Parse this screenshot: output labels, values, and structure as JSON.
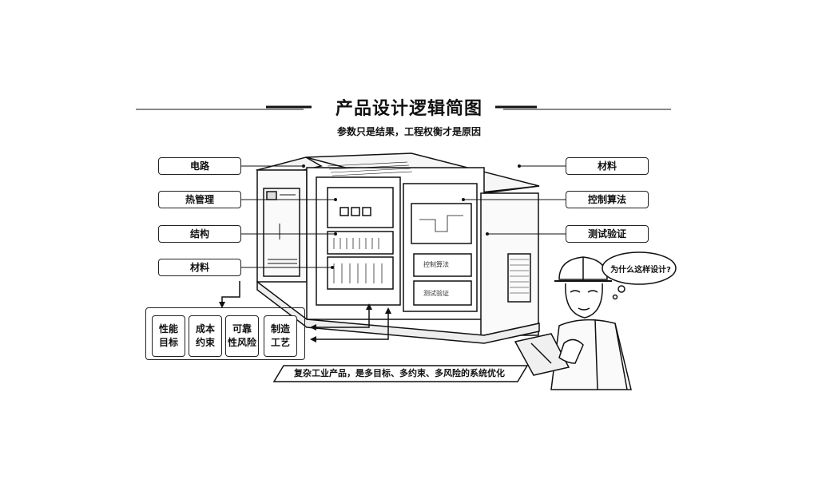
{
  "header": {
    "title": "产品设计逻辑简图",
    "subtitle": "参数只是结果，工程权衡才是原因"
  },
  "left_labels": [
    "电路",
    "热管理",
    "结构",
    "材料"
  ],
  "right_labels": [
    "材料",
    "控制算法",
    "测试验证"
  ],
  "constraints": [
    {
      "line1": "性能",
      "line2": "目标"
    },
    {
      "line1": "成本",
      "line2": "约束"
    },
    {
      "line1": "可靠",
      "line2": "性风险"
    },
    {
      "line1": "制造",
      "line2": "工艺"
    }
  ],
  "banner": "复杂工业产品，是多目标、多约束、多风险的系统优化",
  "speech_bubble": "为什么这样设计?",
  "modules": {
    "control_label": "控制算法",
    "test_label": "测试验证"
  }
}
